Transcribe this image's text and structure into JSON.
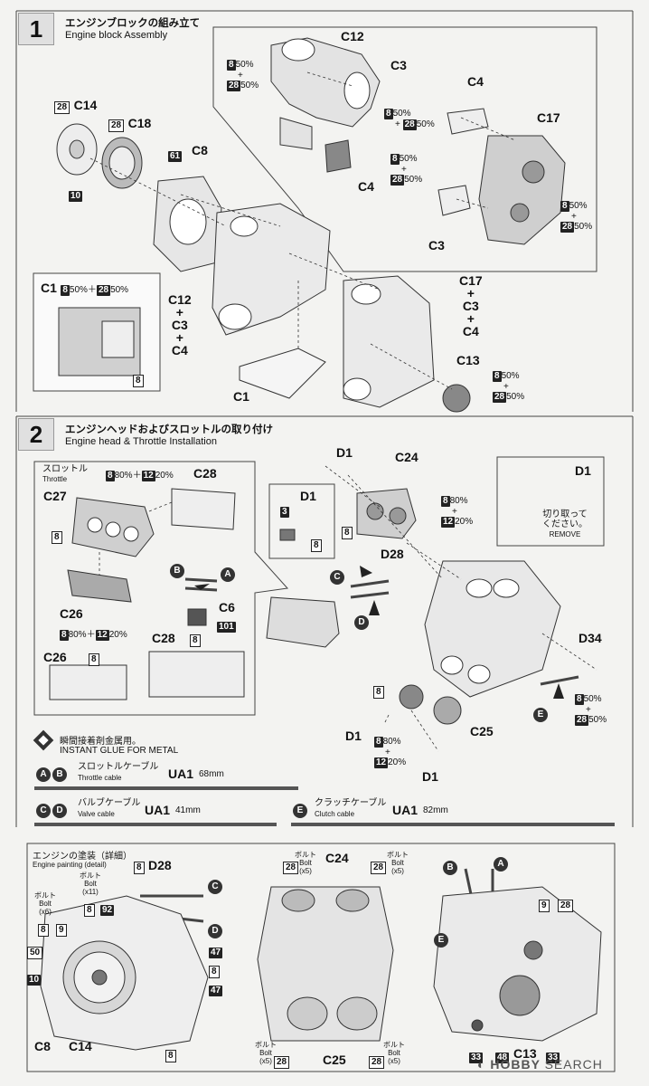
{
  "step1": {
    "num": "1",
    "title_jp": "エンジンブロックの組み立て",
    "title_en": "Engine block Assembly",
    "parts": {
      "c12": "C12",
      "c3a": "C3",
      "c4a": "C4",
      "c17": "C17",
      "c4b": "C4",
      "c3b": "C3",
      "c14": "C14",
      "c18": "C18",
      "c8": "C8",
      "c1": "C1",
      "c12_combo_1": "C12",
      "plus": "+",
      "c12_combo_2": "C3",
      "c12_combo_3": "C4",
      "c17_combo_1": "C17",
      "c17_combo_2": "C3",
      "c17_combo_3": "C4",
      "c13": "C13"
    },
    "paints": {
      "p8": "8",
      "p28": "28",
      "p10": "10",
      "p61": "61",
      "pct50": "50%"
    },
    "inset": {
      "label": "C1",
      "mix": "50%＋",
      "mix2": "50%"
    }
  },
  "step2": {
    "num": "2",
    "title_jp": "エンジンヘッドおよびスロットルの取り付け",
    "title_en": "Engine head & Throttle Installation",
    "throttle_jp": "スロットル",
    "throttle_en": "Throttle",
    "mix_80_12_a": "80%＋",
    "mix_80_12_b": "20%",
    "p12": "12",
    "p3": "3",
    "p101": "101",
    "pct80": "80%",
    "pct20": "20%",
    "parts": {
      "c28": "C28",
      "c27": "C27",
      "c26": "C26",
      "c6": "C6",
      "c26b": "C26",
      "c28b": "C28",
      "d1a": "D1",
      "d1b": "D1",
      "d1c": "D1",
      "d1d": "D1",
      "d1e": "D1",
      "c24": "C24",
      "d28": "D28",
      "d34": "D34",
      "c25": "C25"
    },
    "letters": {
      "a": "A",
      "b": "B",
      "c": "C",
      "d": "D",
      "e": "E"
    },
    "remove": {
      "jp1": "切り取って",
      "jp2": "ください。",
      "en": "REMOVE"
    },
    "glue_jp": "瞬間接着剤金属用。",
    "glue_en": "INSTANT GLUE FOR METAL",
    "cable_ab_jp": "スロットルケーブル",
    "cable_ab_en": "Throttle cable",
    "cable_ab_ua": "UA1",
    "cable_ab_len": "68mm",
    "cable_cd_jp": "バルブケーブル",
    "cable_cd_en": "Valve cable",
    "cable_cd_ua": "UA1",
    "cable_cd_len": "41mm",
    "cable_e_jp": "クラッチケーブル",
    "cable_e_en": "Clutch cable",
    "cable_e_ua": "UA1",
    "cable_e_len": "82mm"
  },
  "painting": {
    "title_jp": "エンジンの塗装（詳細）",
    "title_en": "Engine painting (detail)",
    "bolt_jp": "ボルト",
    "bolt_en": "Bolt",
    "x6": "(x6)",
    "x11": "(x11)",
    "x5": "(x5)",
    "p9": "9",
    "p50": "50",
    "p92": "92",
    "p47": "47",
    "p33": "33",
    "p48": "48",
    "parts": {
      "d28": "D28",
      "c8": "C8",
      "c14": "C14",
      "c24": "C24",
      "c25": "C25",
      "c13": "C13"
    }
  },
  "watermark": {
    "brand": "HOBBY",
    "search": "SEARCH"
  }
}
